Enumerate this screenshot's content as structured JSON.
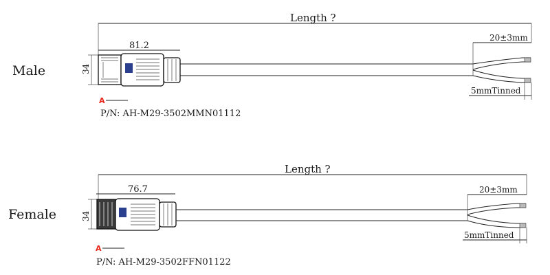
{
  "male": {
    "label": "Male",
    "length_label": "Length ?",
    "body_dim": "81.2",
    "height_dim": "34",
    "strip_dim": "20±3mm",
    "tinned_label": "5mmTinned",
    "marker": "A",
    "part_number": "P/N:  AH-M29-3502MMN01112"
  },
  "female": {
    "label": "Female",
    "length_label": "Length ?",
    "body_dim": "76.7",
    "height_dim": "34",
    "strip_dim": "20±3mm",
    "tinned_label": "5mmTinned",
    "marker": "A",
    "part_number": "P/N:  AH-M29-3502FFN01122"
  },
  "colors": {
    "marker": "#e8261b",
    "logo": "#2b3f8f"
  }
}
